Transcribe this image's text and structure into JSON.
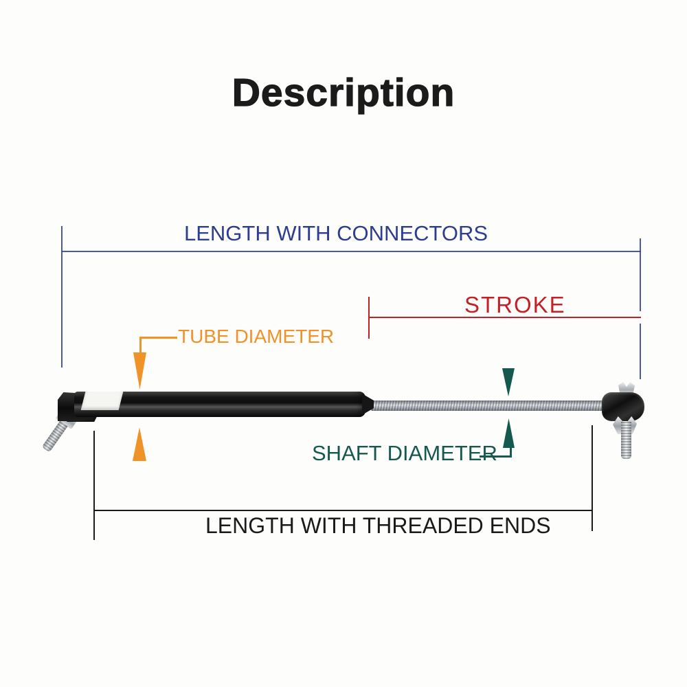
{
  "title": "Description",
  "colors": {
    "navy": "#2e3d8f",
    "red": "#c32127",
    "orange": "#ef9227",
    "teal": "#15594e",
    "ink": "#1a1a1a"
  },
  "annotations": {
    "length_with_connectors": "LENGTH WITH CONNECTORS",
    "stroke": "STROKE",
    "tube_diameter": "TUBE DIAMETER",
    "shaft_diameter": "SHAFT DIAMETER",
    "length_with_threaded_ends": "LENGTH WITH THREADED ENDS"
  },
  "figure": {
    "subject": "gas strut lift support with dimension callouts",
    "parts": [
      "left-end-connector",
      "left-threaded-stud",
      "black-tube",
      "white-label-band",
      "threaded-shaft",
      "right-end-connector",
      "right-threaded-stud"
    ]
  }
}
